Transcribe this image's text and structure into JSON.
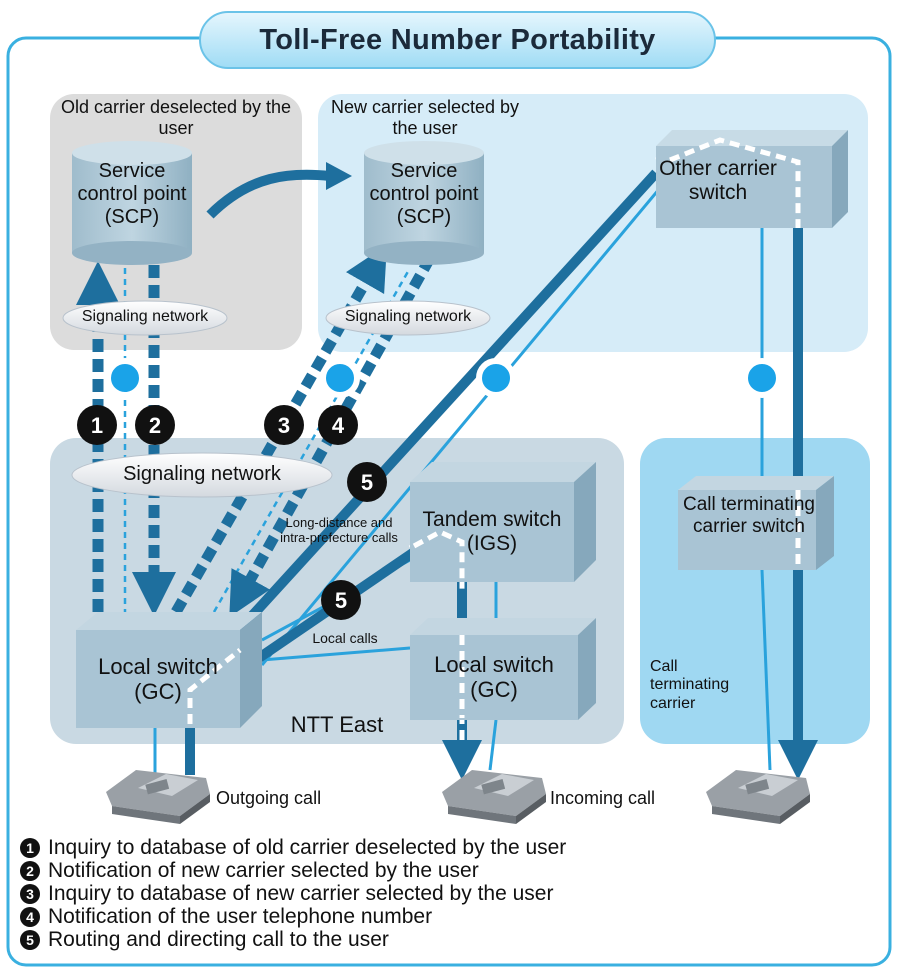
{
  "title": "Toll-Free Number Portability",
  "old_carrier": {
    "label": "Old carrier deselected by the user",
    "scp_label": "Service control point (SCP)",
    "signaling_label": "Signaling network"
  },
  "new_carrier": {
    "label": "New carrier selected by the user",
    "scp_label": "Service control point (SCP)",
    "signaling_label": "Signaling network"
  },
  "other_carrier_switch": "Other carrier switch",
  "ntt_east": {
    "label": "NTT East",
    "signaling_label": "Signaling network",
    "local_switch_origin": "Local switch (GC)",
    "tandem_switch": "Tandem switch (IGS)",
    "local_switch_dest": "Local switch (GC)",
    "long_distance_label": "Long-distance and intra-prefecture calls",
    "local_calls_label": "Local calls"
  },
  "terminating_carrier": {
    "label": "Call terminating carrier",
    "switch_label": "Call terminating carrier switch"
  },
  "phones": {
    "outgoing": "Outgoing call",
    "incoming": "Incoming call"
  },
  "step_badges": [
    "1",
    "2",
    "3",
    "4",
    "5",
    "5"
  ],
  "legend": [
    {
      "num": "1",
      "text": "Inquiry to database of old carrier deselected by the user"
    },
    {
      "num": "2",
      "text": "Notification of new carrier selected by the user"
    },
    {
      "num": "3",
      "text": "Inquiry to database of new carrier selected by the user"
    },
    {
      "num": "4",
      "text": "Notification of the user telephone number"
    },
    {
      "num": "5",
      "text": "Routing and directing call to the user"
    }
  ],
  "colors": {
    "frame": "#3ab0e0",
    "old_region": "#dcdcdc",
    "new_region": "#d6ecf8",
    "ntt_region": "#c9d9e3",
    "term_region": "#9fd8f2",
    "box": "#a9c4d4",
    "arrow": "#1e6f9e",
    "thin_line": "#2aa2dc"
  }
}
